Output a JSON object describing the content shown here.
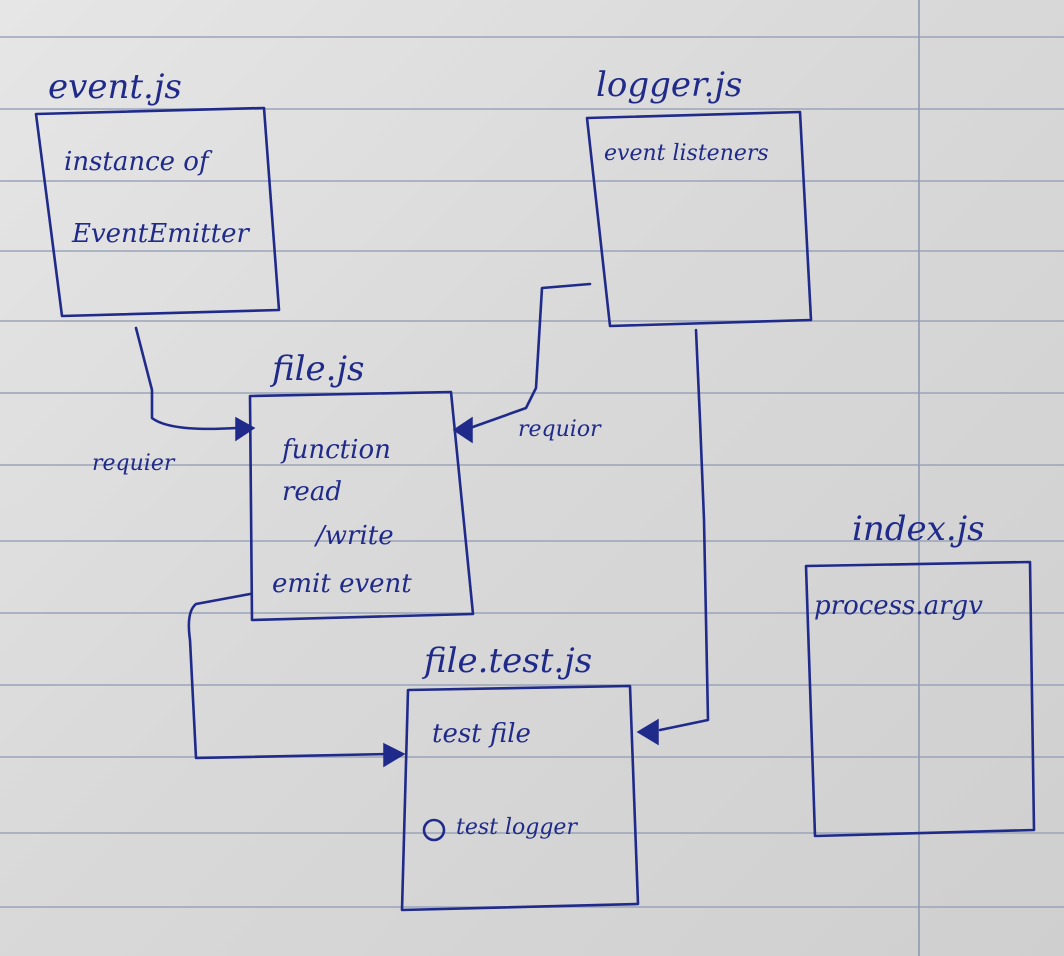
{
  "nodes": {
    "event": {
      "title": "event.js",
      "lines": [
        "instance of",
        "EventEmitter"
      ]
    },
    "logger": {
      "title": "logger.js",
      "lines": [
        "event listeners"
      ]
    },
    "file": {
      "title": "file.js",
      "lines": [
        "function",
        "read",
        "/write",
        "emit event"
      ]
    },
    "index": {
      "title": "index.js",
      "lines": [
        "process.argv"
      ]
    },
    "filetest": {
      "title": "file.test.js",
      "lines": [
        "test file",
        "test logger"
      ]
    }
  },
  "edges": {
    "event_to_file": "requier",
    "logger_to_file": "requior"
  },
  "colors": {
    "ink": "#1f2a8a",
    "ruling": "#9aa3b8",
    "paper": "#dcdcdc"
  }
}
